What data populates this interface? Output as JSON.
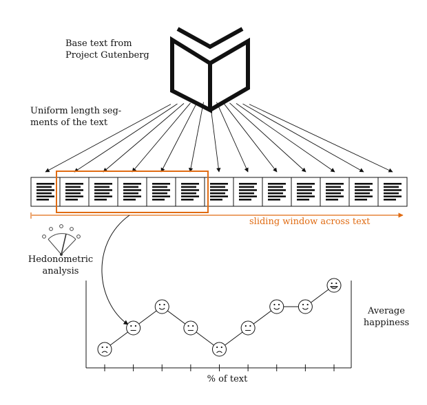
{
  "labels": {
    "base_text": [
      "Base text from",
      "Project Gutenberg"
    ],
    "segments": [
      "Uniform length seg-",
      "ments of the text"
    ],
    "sliding_window": "sliding window across text",
    "hedonometric": [
      "Hedonometric",
      "analysis"
    ],
    "average_happiness": [
      "Average",
      "happiness"
    ],
    "x_axis": "% of text"
  },
  "colors": {
    "window": "#e06b12",
    "ink": "#111111"
  },
  "icons": {
    "book": "open-book-icon",
    "meter": "hedonometer-dial-icon",
    "mood": "smiley-face-icon"
  },
  "segment_count": 13,
  "window_segments": [
    1,
    6
  ],
  "chart_data": {
    "type": "line",
    "title": "",
    "xlabel": "% of text",
    "ylabel": "Average happiness",
    "x": [
      1,
      2,
      3,
      4,
      5,
      6,
      7,
      8,
      9
    ],
    "values": [
      2,
      4,
      6,
      4,
      2,
      4,
      6,
      6,
      8
    ],
    "moods": [
      "sad",
      "neutral",
      "happy",
      "neutral",
      "sad",
      "neutral",
      "happy",
      "happy",
      "very-happy"
    ],
    "x_ticks": 9,
    "grid": false
  }
}
